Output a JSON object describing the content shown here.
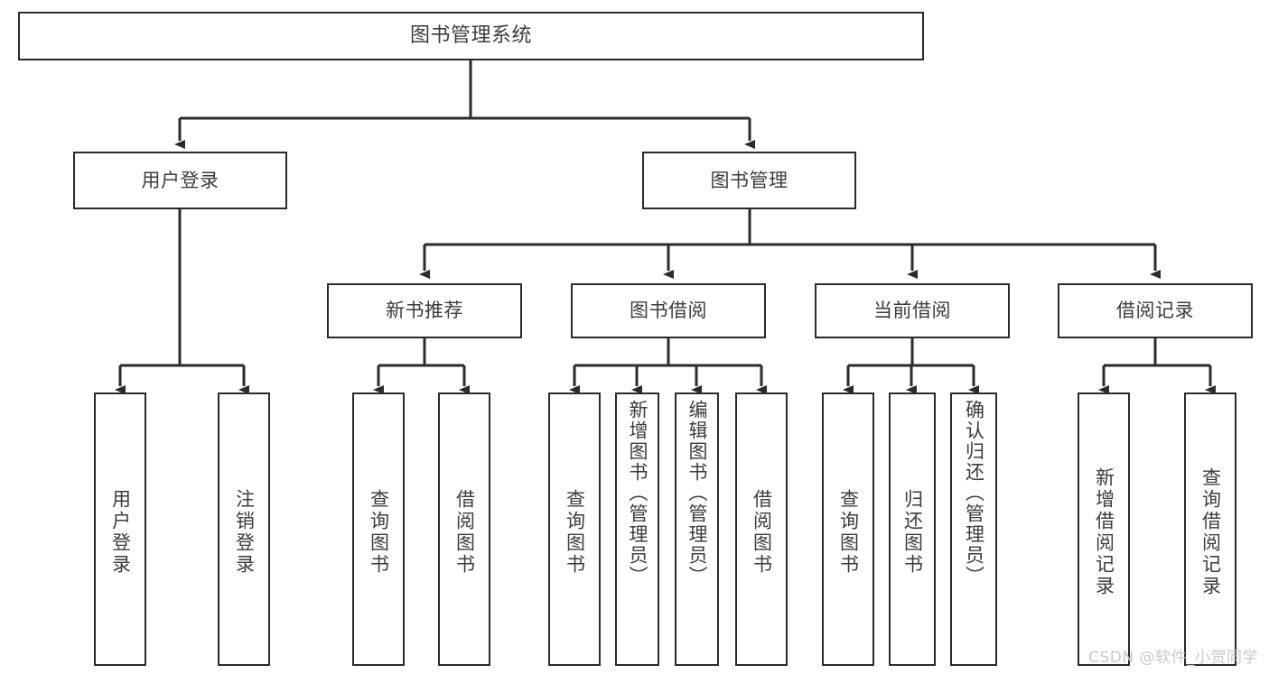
{
  "diagram": {
    "title": "图书管理系统",
    "watermark": "CSDN @软件_小贺同学",
    "line_color": "#2b2b2b",
    "text_color": "#3c3c3c",
    "background": "#ffffff",
    "levels": {
      "root": {
        "label": "图书管理系统"
      },
      "level2": [
        {
          "label": "用户登录"
        },
        {
          "label": "图书管理"
        }
      ],
      "level3": [
        {
          "label": "新书推荐"
        },
        {
          "label": "图书借阅"
        },
        {
          "label": "当前借阅"
        },
        {
          "label": "借阅记录"
        }
      ],
      "level4": [
        {
          "label": "用户登录",
          "parent": "用户登录"
        },
        {
          "label": "注销登录",
          "parent": "用户登录"
        },
        {
          "label": "查询图书",
          "parent": "新书推荐"
        },
        {
          "label": "借阅图书",
          "parent": "新书推荐"
        },
        {
          "label": "查询图书",
          "parent": "图书借阅"
        },
        {
          "label": "新增图书（管理员）",
          "parent": "图书借阅"
        },
        {
          "label": "编辑图书（管理员）",
          "parent": "图书借阅"
        },
        {
          "label": "借阅图书",
          "parent": "图书借阅"
        },
        {
          "label": "查询图书",
          "parent": "当前借阅"
        },
        {
          "label": "归还图书",
          "parent": "当前借阅"
        },
        {
          "label": "确认归还（管理员）",
          "parent": "当前借阅"
        },
        {
          "label": "新增借阅记录",
          "parent": "借阅记录"
        },
        {
          "label": "查询借阅记录",
          "parent": "借阅记录"
        }
      ]
    }
  }
}
